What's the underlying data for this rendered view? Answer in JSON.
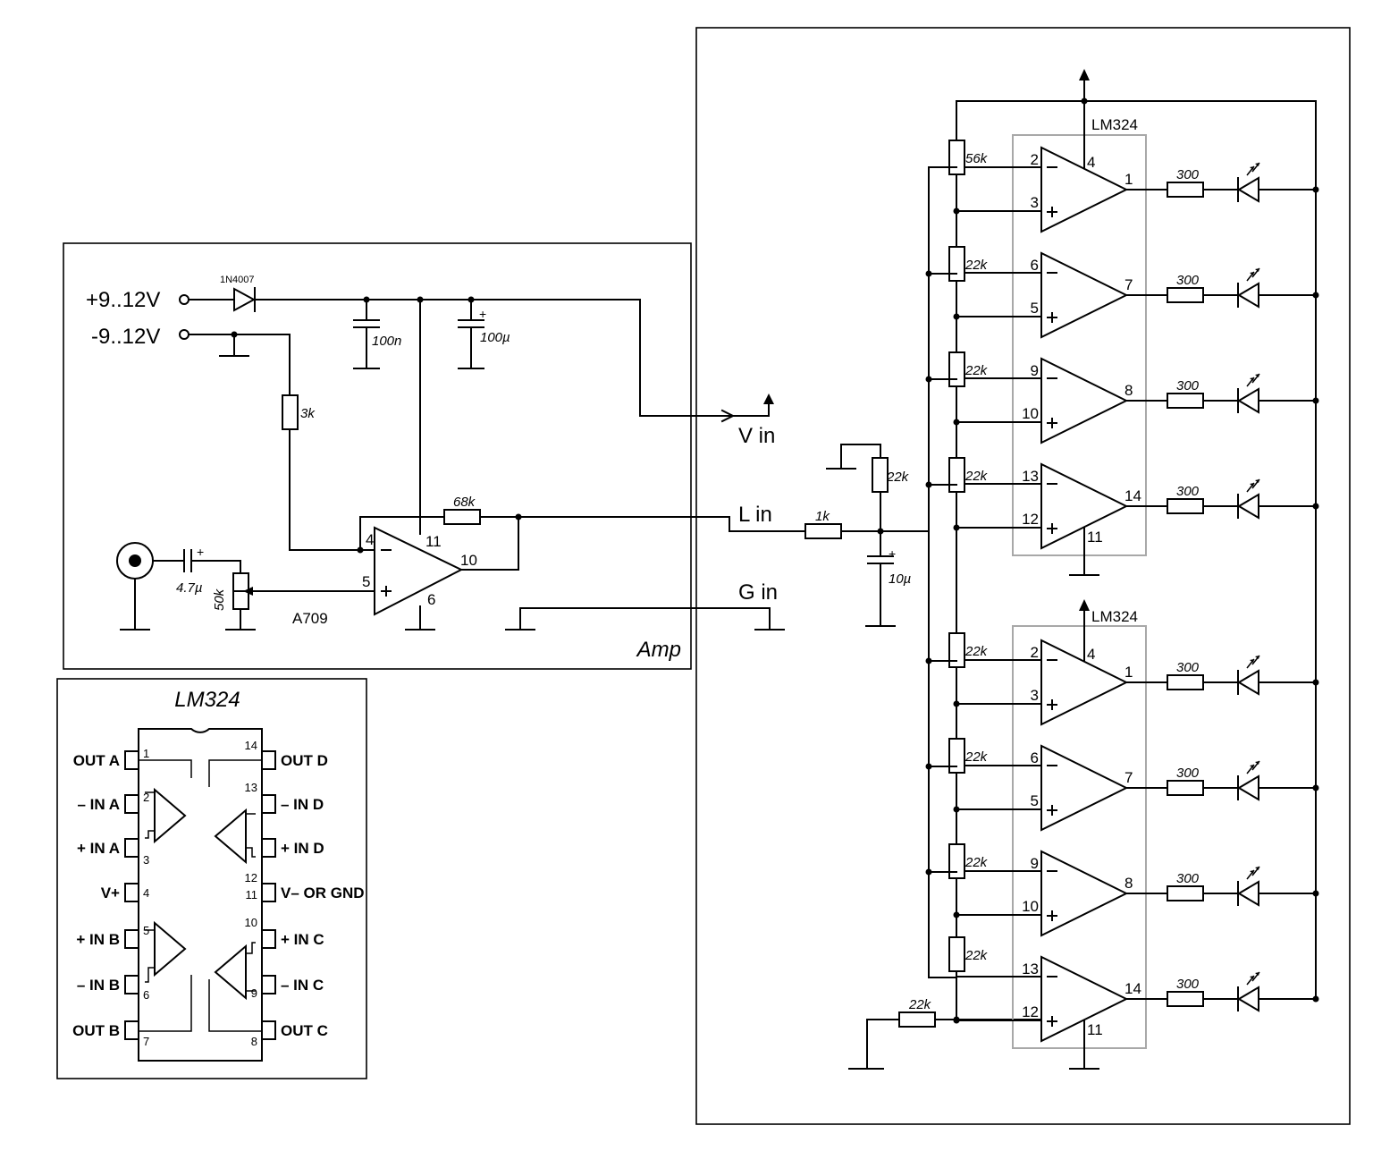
{
  "amp": {
    "title": "Amp",
    "supply_pos": "+9..12V",
    "supply_neg": "-9..12V",
    "diode": "1N4007",
    "cap1": "100n",
    "cap2": "100µ",
    "res_bias": "3k",
    "res_fb": "68k",
    "cap_in": "4.7µ",
    "pot": "50k",
    "opamp": "A709",
    "pins": {
      "inv": "4",
      "noninv": "5",
      "vpos": "11",
      "vneg": "6",
      "out": "10"
    }
  },
  "links": {
    "v_in": "V in",
    "l_in": "L in",
    "g_in": "G in"
  },
  "indicator": {
    "chip": "LM324",
    "r_in": "1k",
    "r_ref": "22k",
    "cap": "10µ",
    "r_top": "56k",
    "r_ladder": "22k",
    "r_led": "300",
    "ic1": {
      "vcc_pin": "4",
      "gnd_pin": "11",
      "stages": [
        {
          "inv": "2",
          "noninv": "3",
          "out": "1"
        },
        {
          "inv": "6",
          "noninv": "5",
          "out": "7"
        },
        {
          "inv": "9",
          "noninv": "10",
          "out": "8"
        },
        {
          "inv": "13",
          "noninv": "12",
          "out": "14"
        }
      ]
    },
    "ic2": {
      "vcc_pin": "4",
      "gnd_pin": "11",
      "stages": [
        {
          "inv": "2",
          "noninv": "3",
          "out": "1"
        },
        {
          "inv": "6",
          "noninv": "5",
          "out": "7"
        },
        {
          "inv": "9",
          "noninv": "10",
          "out": "8"
        },
        {
          "inv": "13",
          "noninv": "12",
          "out": "14"
        }
      ]
    }
  },
  "pinout": {
    "title": "LM324",
    "left": [
      {
        "num": "1",
        "label": "OUT A"
      },
      {
        "num": "2",
        "label": "– IN A"
      },
      {
        "num": "3",
        "label": "+ IN A"
      },
      {
        "num": "4",
        "label": "V+"
      },
      {
        "num": "5",
        "label": "+ IN B"
      },
      {
        "num": "6",
        "label": "– IN B"
      },
      {
        "num": "7",
        "label": "OUT B"
      }
    ],
    "right": [
      {
        "num": "14",
        "label": "OUT D"
      },
      {
        "num": "13",
        "label": "– IN D"
      },
      {
        "num": "12",
        "label": "+ IN D"
      },
      {
        "num": "11",
        "label": "V– OR GND"
      },
      {
        "num": "10",
        "label": "+ IN C"
      },
      {
        "num": "9",
        "label": "– IN C"
      },
      {
        "num": "8",
        "label": "OUT C"
      }
    ]
  }
}
